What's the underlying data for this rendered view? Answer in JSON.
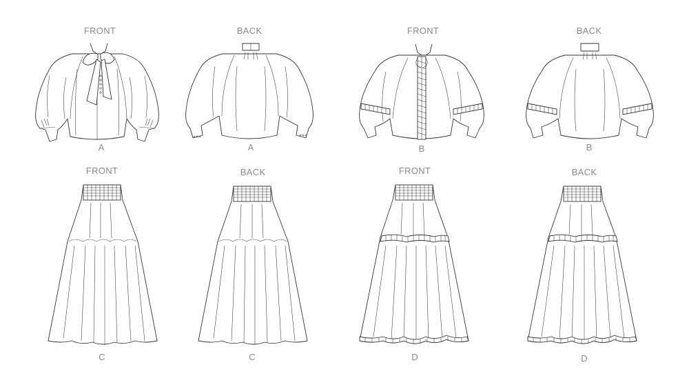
{
  "sheet": {
    "views": [
      {
        "id": "A-front",
        "header": "FRONT",
        "code": "A",
        "garment": "blouse",
        "variant": "tie-neck bow, buttoned placket, gathered bishop sleeves with cuffs"
      },
      {
        "id": "A-back",
        "header": "BACK",
        "code": "A",
        "garment": "blouse",
        "variant": "stand collar, raglan sleeves, buttoned cuffs"
      },
      {
        "id": "B-front",
        "header": "FRONT",
        "code": "B",
        "garment": "blouse",
        "variant": "front opening with lace trim and neck tie, lace sleeve bands"
      },
      {
        "id": "B-back",
        "header": "BACK",
        "code": "B",
        "garment": "blouse",
        "variant": "stand collar, lace sleeve bands, buttoned cuffs"
      },
      {
        "id": "C-front",
        "header": "FRONT",
        "code": "C",
        "garment": "skirt",
        "variant": "smocked waist, two tiers"
      },
      {
        "id": "C-back",
        "header": "BACK",
        "code": "C",
        "garment": "skirt",
        "variant": "smocked waist, two tiers"
      },
      {
        "id": "D-front",
        "header": "FRONT",
        "code": "D",
        "garment": "skirt",
        "variant": "smocked waist, two tiers, lace trim at tier seam and hem"
      },
      {
        "id": "D-back",
        "header": "BACK",
        "code": "D",
        "garment": "skirt",
        "variant": "smocked waist, two tiers, lace trim at tier seam and hem"
      }
    ]
  },
  "colors": {
    "line": "#333333",
    "label": "#8a8a8a",
    "background": "#ffffff"
  }
}
